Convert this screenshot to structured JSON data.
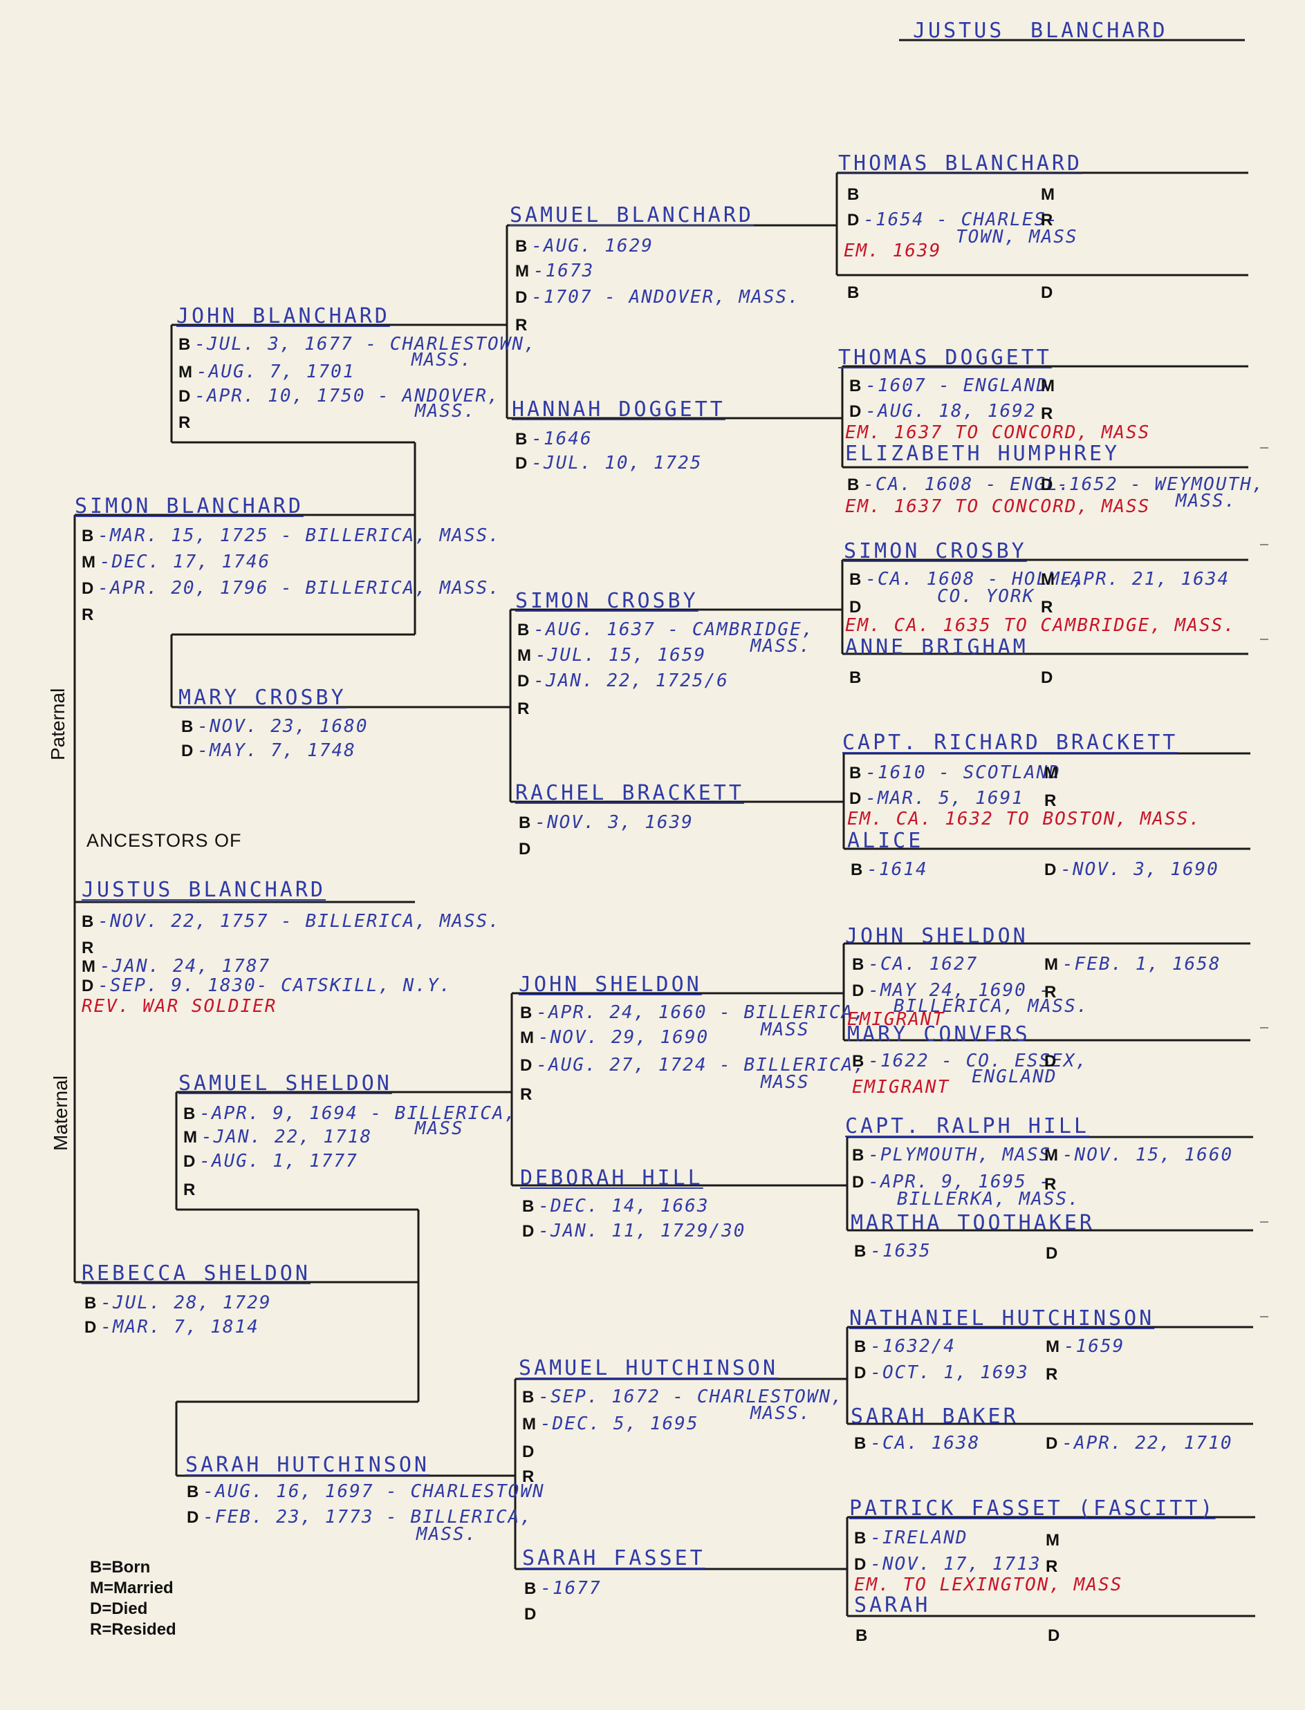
{
  "header": {
    "title_first": "JUSTUS",
    "title_last": "BLANCHARD"
  },
  "side_labels": {
    "paternal": "Paternal",
    "maternal": "Maternal"
  },
  "ancestors_of": "ANCESTORS OF",
  "labels": {
    "b": "B",
    "m": "M",
    "d": "D",
    "r": "R"
  },
  "legend": [
    "B=Born",
    "M=Married",
    "D=Died",
    "R=Resided"
  ],
  "subject": {
    "name": "JUSTUS BLANCHARD",
    "born": "-NOV. 22, 1757 - BILLERICA, MASS.",
    "married": "-JAN. 24, 1787",
    "died": "-SEP. 9. 1830- CATSKILL, N.Y.",
    "note": "REV. WAR SOLDIER"
  },
  "gen1": {
    "simon_blanchard": {
      "name": "SIMON BLANCHARD",
      "born": "-MAR. 15, 1725 - BILLERICA, MASS.",
      "married": "-DEC. 17, 1746",
      "died": "-APR. 20, 1796 - BILLERICA, MASS."
    },
    "rebecca_sheldon": {
      "name": "REBECCA SHELDON",
      "born": "-JUL. 28, 1729",
      "died": "-MAR. 7, 1814"
    }
  },
  "gen2": {
    "john_blanchard": {
      "name": "JOHN BLANCHARD",
      "born": "-JUL. 3, 1677 - CHARLESTOWN,",
      "born2": "MASS.",
      "married": "-AUG. 7, 1701",
      "died": "-APR. 10, 1750 - ANDOVER,",
      "died2": "MASS."
    },
    "mary_crosby": {
      "name": "MARY CROSBY",
      "born": "-NOV. 23, 1680",
      "died": "-MAY. 7, 1748"
    },
    "samuel_sheldon": {
      "name": "SAMUEL SHELDON",
      "born": "-APR. 9, 1694 - BILLERICA,",
      "born2": "MASS",
      "married": "-JAN. 22, 1718",
      "died": "-AUG. 1, 1777"
    },
    "sarah_hutchinson": {
      "name": "SARAH HUTCHINSON",
      "born": "-AUG. 16, 1697 - CHARLESTOWN",
      "died": "-FEB. 23, 1773 - BILLERICA,",
      "died2": "MASS."
    }
  },
  "gen3": {
    "samuel_blanchard": {
      "name": "SAMUEL BLANCHARD",
      "born": "-AUG. 1629",
      "married": "-1673",
      "died": "-1707 - ANDOVER, MASS."
    },
    "hannah_doggett": {
      "name": "HANNAH DOGGETT",
      "born": "-1646",
      "died": "-JUL. 10, 1725"
    },
    "simon_crosby": {
      "name": "SIMON CROSBY",
      "born": "-AUG. 1637 - CAMBRIDGE,",
      "born2": "MASS.",
      "married": "-JUL. 15, 1659",
      "died": "-JAN. 22, 1725/6"
    },
    "rachel_brackett": {
      "name": "RACHEL BRACKETT",
      "born": "-NOV. 3, 1639"
    },
    "john_sheldon": {
      "name": "JOHN SHELDON",
      "born": "-APR. 24, 1660 - BILLERICA,",
      "born2": "MASS",
      "married": "-NOV. 29, 1690",
      "died": "-AUG. 27, 1724 - BILLERICA,",
      "died2": "MASS"
    },
    "deborah_hill": {
      "name": "DEBORAH HILL",
      "born": "-DEC. 14, 1663",
      "died": "-JAN. 11, 1729/30"
    },
    "samuel_hutchinson": {
      "name": "SAMUEL HUTCHINSON",
      "born": "-SEP. 1672 - CHARLESTOWN,",
      "born2": "MASS.",
      "married": "-DEC. 5, 1695"
    },
    "sarah_fasset": {
      "name": "SARAH FASSET",
      "born": "-1677"
    }
  },
  "gen4": {
    "thomas_blanchard": {
      "name": "THOMAS BLANCHARD",
      "died": "-1654 - CHARLES-",
      "died2": "TOWN, MASS",
      "em": "EM. 1639"
    },
    "thomas_doggett": {
      "name": "THOMAS DOGGETT",
      "born": "-1607 - ENGLAND",
      "died": "-AUG. 18, 1692",
      "em": "EM. 1637 TO CONCORD, MASS",
      "wife": "ELIZABETH HUMPHREY",
      "wife_born": "-CA. 1608 - ENGL.",
      "wife_died": "-1652 - WEYMOUTH,",
      "wife_died2": "MASS.",
      "wife_em": "EM. 1637 TO CONCORD, MASS"
    },
    "simon_crosby_sr": {
      "name": "SIMON CROSBY",
      "born": "-CA. 1608 - HOLME,",
      "born2": "CO. YORK",
      "married": "-APR. 21, 1634",
      "em": "EM. CA. 1635 TO CAMBRIDGE, MASS.",
      "wife": "ANNE BRIGHAM"
    },
    "richard_brackett": {
      "name": "CAPT. RICHARD BRACKETT",
      "born": "-1610 - SCOTLAND",
      "died": "-MAR. 5, 1691",
      "em": "EM. CA. 1632 TO BOSTON, MASS.",
      "wife": "ALICE",
      "wife_born": "-1614",
      "wife_died": "-NOV. 3, 1690"
    },
    "john_sheldon_sr": {
      "name": "JOHN SHELDON",
      "born": "-CA. 1627",
      "married": "-FEB. 1, 1658",
      "died": "-MAY 24, 1690 -",
      "died2": "BILLERICA, MASS.",
      "em": "EMIGRANT",
      "wife": "MARY CONVERS",
      "wife_born": "-1622 - CO. ESSEX,",
      "wife_born2": "ENGLAND",
      "wife_em": "EMIGRANT"
    },
    "ralph_hill": {
      "name": "CAPT. RALPH HILL",
      "born": "-PLYMOUTH, MASS.",
      "married": "-NOV. 15, 1660",
      "died": "-APR. 9, 1695 -",
      "died2": "BILLERKA, MASS.",
      "wife": "MARTHA TOOTHAKER",
      "wife_born": "-1635"
    },
    "nathaniel_hutchinson": {
      "name": "NATHANIEL HUTCHINSON",
      "born": "-1632/4",
      "married": "-1659",
      "died": "-OCT. 1, 1693",
      "wife": "SARAH BAKER",
      "wife_born": "-CA. 1638",
      "wife_died": "-APR. 22, 1710"
    },
    "patrick_fasset": {
      "name": "PATRICK FASSET (FASCITT)",
      "born": "-IRELAND",
      "died": "-NOV. 17, 1713",
      "em": "EM. TO LEXINGTON, MASS",
      "wife": "SARAH"
    }
  }
}
